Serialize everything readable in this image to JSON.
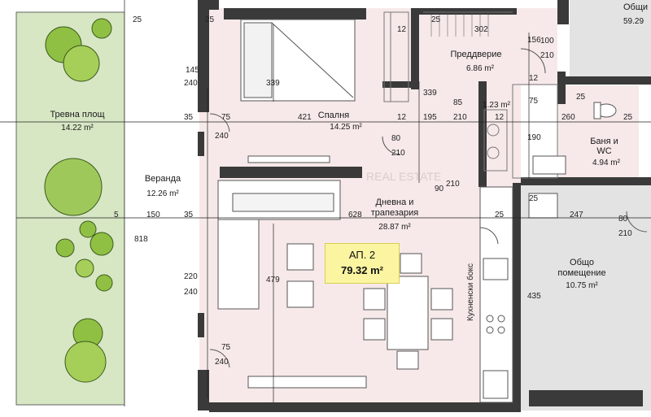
{
  "apartment": {
    "name": "АП. 2",
    "area": "79.32 m²"
  },
  "rooms": {
    "lawn": {
      "name": "Тревна площ",
      "area": "14.22 m²"
    },
    "veranda": {
      "name": "Веранда",
      "area": "12.26 m²"
    },
    "bedroom": {
      "name": "Спалня",
      "area": "14.25 m²"
    },
    "hallway": {
      "name": "Преддверие",
      "area": "6.86 m²"
    },
    "closet": {
      "area": "1.23 m²"
    },
    "bathroom": {
      "name": "Баня и",
      "name2": "WC",
      "area": "4.94 m²"
    },
    "living": {
      "name": "Дневна и",
      "name2": "трапезария",
      "area": "28.87 m²"
    },
    "kitchen": {
      "name": "Кухненски бокс"
    },
    "common_room": {
      "name": "Общо",
      "name2": "помещение",
      "area": "10.75 m²"
    },
    "common_top": {
      "name": "Общи",
      "area": "59.29"
    }
  },
  "dimensions": {
    "d25_top_left": "25",
    "d25_top_mid": "25",
    "d25_top_right": "25",
    "d12_a": "12",
    "d302": "302",
    "d156": "156",
    "d100": "100",
    "d210_a": "210",
    "d145": "145",
    "d240_a": "240",
    "d339_a": "339",
    "d339_b": "339",
    "d35_a": "35",
    "d75_a": "75",
    "d421": "421",
    "d12_b": "12",
    "d195": "195",
    "d85": "85",
    "d210_b": "210",
    "d12_c": "12",
    "d75_b": "75",
    "d12_d": "12",
    "d25_c": "25",
    "d260": "260",
    "d25_d": "25",
    "d240_b": "240",
    "d80_a": "80",
    "d210_c": "210",
    "d190": "190",
    "d818": "818",
    "d5": "5",
    "d150": "150",
    "d35_b": "35",
    "d628": "628",
    "d90": "90",
    "d210_d": "210",
    "d25_e": "25",
    "d25_f": "25",
    "d247": "247",
    "d80_b": "80",
    "d210_e": "210",
    "d479": "479",
    "d220": "220",
    "d240_c": "240",
    "d435": "435",
    "d75_c": "75",
    "d240_d": "240"
  },
  "watermark": {
    "line1": "REAL ESTATE"
  }
}
